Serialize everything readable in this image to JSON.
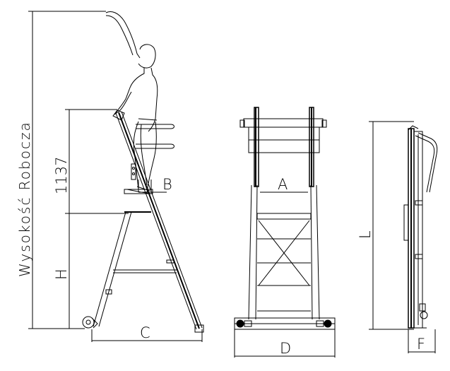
{
  "labels": {
    "working_height": "Wysokość Robocza",
    "height_1137": "1137",
    "label_b": "B",
    "label_h": "H",
    "label_c": "C",
    "label_a": "A",
    "label_d": "D",
    "label_l": "L",
    "label_f": "F"
  },
  "colors": {
    "line": "#000000",
    "background": "#ffffff"
  }
}
